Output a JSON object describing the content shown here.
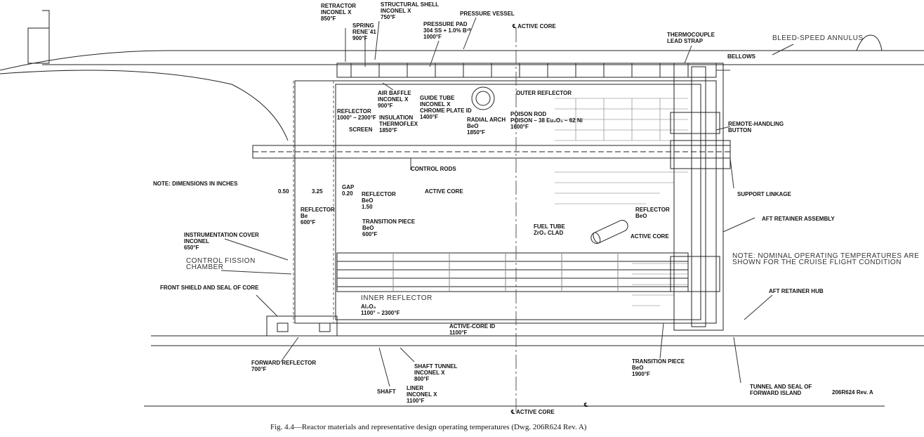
{
  "caption": "Fig. 4.4—Reactor materials and representative design operating temperatures (Dwg. 206R624 Rev. A)",
  "drawing_number": "206R624 Rev. A",
  "labels": {
    "retractor": "RETRACTOR\nINCONEL X\n850°F",
    "spring": "SPRING\nRENE´41\n900°F",
    "structural_shell": "STRUCTURAL SHELL\nINCONEL X\n750°F",
    "pressure_pad": "PRESSURE PAD\n304 SS + 1.0% B¹⁰\n1000°F",
    "pressure_vessel": "PRESSURE VESSEL",
    "active_core_top": "℄ ACTIVE CORE",
    "thermocouple": "THERMOCOUPLE\nLEAD STRAP",
    "bleed_speed": "BLEED-SPEED ANNULUS",
    "bellows": "BELLOWS",
    "air_baffle": "AIR BAFFLE\nINCONEL X\n900°F",
    "guide_tube": "GUIDE TUBE\nINCONEL X\nCHROME PLATE ID\n1400°F",
    "outer_reflector": "OUTER REFLECTOR",
    "reflector_top": "REFLECTOR\n1000° – 2300°F",
    "screen": "SCREEN",
    "insulation": "INSULATION\nTHERMOFLEX\n1850°F",
    "radial_arch": "RADIAL ARCH\nBeO\n1850°F",
    "poison_rod": "POISON ROD\nPOISON – 38 Eu₂O₃ – 62 Ni\n1600°F",
    "remote_handling": "REMOTE-HANDLING\nBUTTON",
    "control_rods": "CONTROL RODS",
    "note_dimensions": "NOTE: DIMENSIONS IN INCHES",
    "dim_050": "0.50",
    "dim_325": "3.25",
    "dim_gap": "GAP\n0.20",
    "reflector_beo_150": "REFLECTOR\nBeO\n1.50",
    "active_core_mid": "ACTIVE CORE",
    "support_linkage": "SUPPORT LINKAGE",
    "reflector_be": "REFLECTOR\nBe\n600°F",
    "transition_piece_left": "TRANSITION PIECE\nBeO\n600°F",
    "reflector_beo_right": "REFLECTOR\nBeO",
    "aft_retainer_assembly": "AFT RETAINER ASSEMBLY",
    "fuel_tube": "FUEL TUBE\nZrO₂ CLAD",
    "active_core_right": "ACTIVE CORE",
    "instrumentation_cover": "INSTRUMENTATION COVER\nINCONEL\n650°F",
    "note_temperatures": "NOTE: NOMINAL OPERATING TEMPERATURES ARE\nSHOWN FOR THE CRUISE FLIGHT CONDITION",
    "control_fission": "CONTROL FISSION\nCHAMBER",
    "front_shield": "FRONT SHIELD AND SEAL OF CORE",
    "inner_reflector": "INNER REFLECTOR",
    "inner_reflector_mat": "Al₂O₃\n1100° – 2300°F",
    "aft_retainer_hub": "AFT RETAINER HUB",
    "active_core_id": "ACTIVE-CORE ID\n1100°F",
    "forward_reflector": "FORWARD REFLECTOR\n700°F",
    "shaft_tunnel": "SHAFT TUNNEL\nINCONEL X\n800°F",
    "transition_piece_right": "TRANSITION PIECE\nBeO\n1900°F",
    "shaft": "SHAFT",
    "liner": "LINER\nINCONEL X\n1100°F",
    "tunnel_seal": "TUNNEL AND SEAL OF\nFORWARD ISLAND",
    "active_core_bottom": "℄ ACTIVE CORE",
    "cl_mark": "℄"
  }
}
